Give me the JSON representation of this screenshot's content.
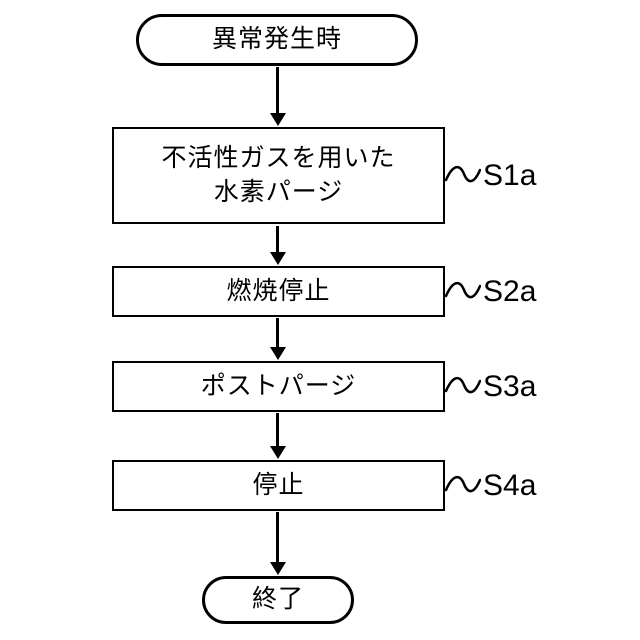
{
  "flowchart": {
    "start_label": "異常発生時",
    "steps": [
      {
        "text": "不活性ガスを用いた\n水素パージ",
        "tag": "S1a"
      },
      {
        "text": "燃焼停止",
        "tag": "S2a"
      },
      {
        "text": "ポストパージ",
        "tag": "S3a"
      },
      {
        "text": "停止",
        "tag": "S4a"
      }
    ],
    "end_label": "終了"
  },
  "colors": {
    "stroke": "#000000",
    "background": "#ffffff"
  }
}
